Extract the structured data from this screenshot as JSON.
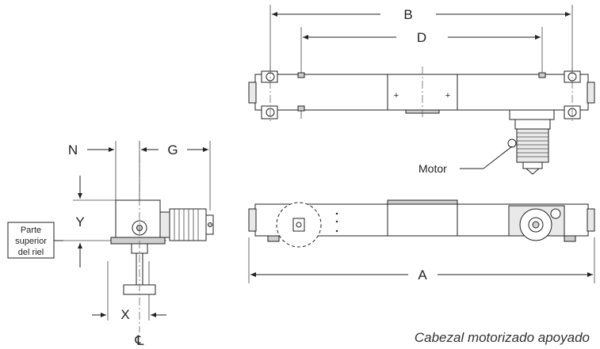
{
  "dimensions": {
    "A": "A",
    "B": "B",
    "D": "D",
    "G": "G",
    "N": "N",
    "X": "X",
    "Y": "Y"
  },
  "labels": {
    "motor": "Motor",
    "rail_top_line1": "Parte",
    "rail_top_line2": "superior",
    "rail_top_line3": "del riel",
    "centerline": "℄"
  },
  "caption": "Cabezal motorizado apoyado"
}
